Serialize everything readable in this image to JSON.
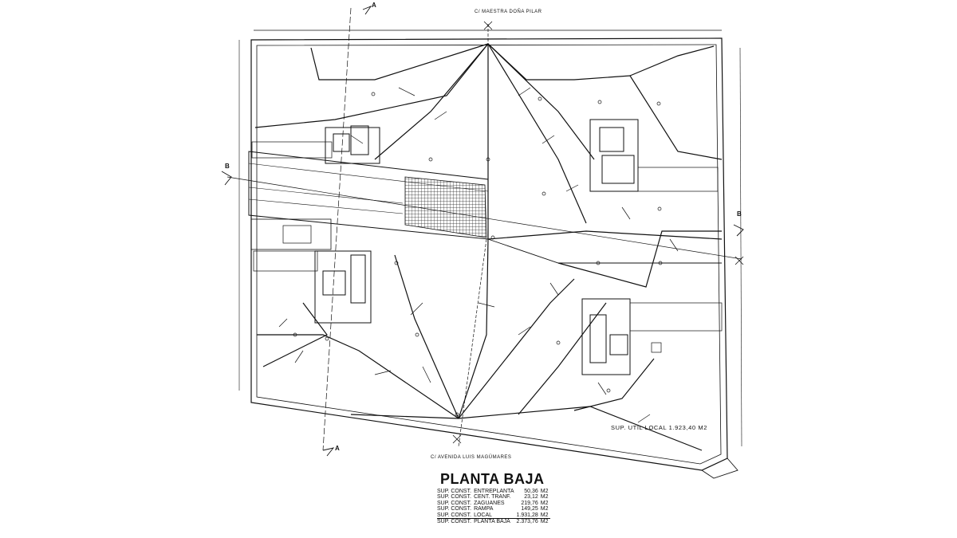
{
  "streets": {
    "top": "C/ MAESTRA DOÑA PILAR",
    "bottom": "C/ AVENIDA LUIS MAGÜMARES"
  },
  "section_marks": [
    "A",
    "A",
    "B",
    "B"
  ],
  "util_area": "SUP. UTIL LOCAL   1.923,40 M2",
  "title": "PLANTA BAJA",
  "areas": [
    {
      "label": "SUP. CONST.",
      "item": "ENTREPLANTA",
      "value": "50,36",
      "unit": "M2"
    },
    {
      "label": "SUP. CONST.",
      "item": "CENT. TRANF.",
      "value": "23,12",
      "unit": "M2"
    },
    {
      "label": "SUP. CONST.",
      "item": "ZAGUANES",
      "value": "219,76",
      "unit": "M2"
    },
    {
      "label": "SUP. CONST.",
      "item": "RAMPA",
      "value": "149,25",
      "unit": "M2"
    },
    {
      "label": "SUP. CONST.",
      "item": "LOCAL",
      "value": "1.931,28",
      "unit": "M2"
    },
    {
      "label": "SUP. CONST.",
      "item": "PLANTA BAJA",
      "value": "2.373,76",
      "unit": "M2"
    }
  ],
  "colors": {
    "ink": "#111111",
    "paper": "#ffffff"
  }
}
